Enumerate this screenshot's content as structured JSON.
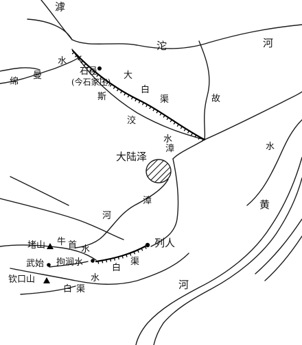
{
  "map": {
    "labels": {
      "hu": "滹",
      "tuo": "沱",
      "he_top": "河",
      "gu": "故",
      "mian": "绵",
      "man": "曼",
      "shui_mianman": "水",
      "shiyi": "石邑",
      "shiyi_note": "(今石家庄)",
      "si": "斯",
      "ji": "洨",
      "shui_siji": "水",
      "da_canal": "大",
      "bai_canal": "白",
      "qu_canal": "渠",
      "daluze": "大陆泽",
      "zhang_top": "漳",
      "shui_right": "水",
      "he_left": "河",
      "zhang_mid": "漳",
      "huang": "黄",
      "he_bottom": "河",
      "lieren": "列人",
      "dushan": "堵山",
      "niu": "牛",
      "shou": "首",
      "shui_niushou": "水",
      "wushi": "武始",
      "jujian": "拘涧水",
      "bai_lower": "白",
      "qu_lower": "渠",
      "shui_lower": "水",
      "qinkoushan": "钦口山",
      "bai_bottom": "白",
      "qu_bottom": "渠"
    }
  }
}
